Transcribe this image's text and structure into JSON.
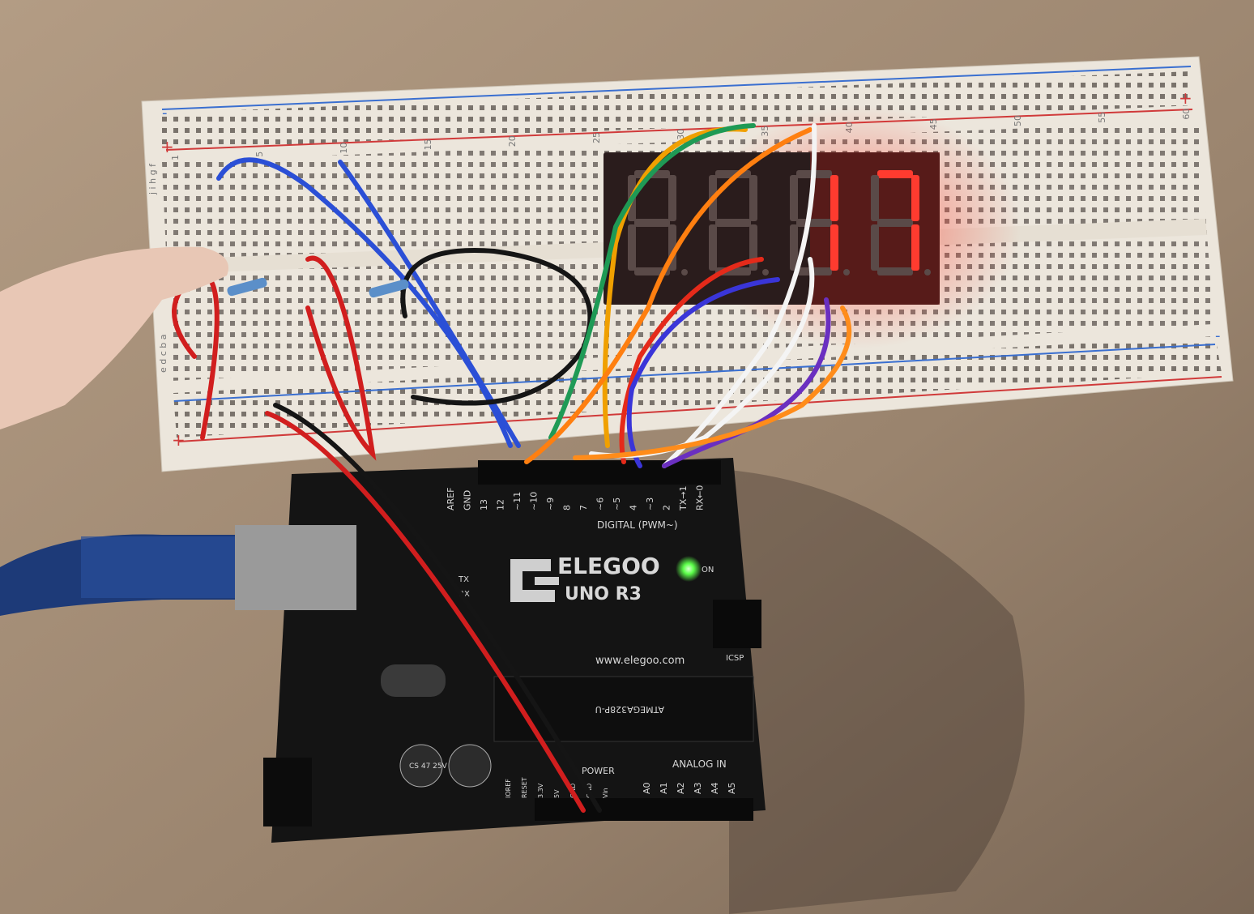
{
  "scene": {
    "colors": {
      "surface": "#9c8670",
      "breadboard": "#ece6dc",
      "board": "#141414",
      "led_display_on": "#ff3b2f",
      "power_led": "#5cff4a"
    }
  },
  "breadboard": {
    "rail_plus": "+",
    "rail_minus": "-",
    "column_numbers": [
      "1",
      "5",
      "10",
      "15",
      "20",
      "25",
      "30",
      "35",
      "40",
      "45",
      "50",
      "55",
      "60"
    ],
    "row_letters_top": "j i h g f",
    "row_letters_bottom": "e d c b a"
  },
  "display": {
    "digits": [
      "",
      "",
      "1",
      "7"
    ]
  },
  "arduino": {
    "brand": "ELEGOO",
    "model": "UNO R3",
    "website": "www.elegoo.com",
    "digital_label": "DIGITAL (PWM~)",
    "analog_label": "ANALOG IN",
    "power_label": "POWER",
    "on_label": "ON",
    "tx_label": "TX",
    "rx_label": "RX",
    "icsp_label": "ICSP",
    "digital_pins": [
      "AREF",
      "GND",
      "13",
      "12",
      "~11",
      "~10",
      "~9",
      "8",
      "7",
      "~6",
      "~5",
      "4",
      "~3",
      "2",
      "TX→1",
      "RX←0"
    ],
    "analog_pins": [
      "A0",
      "A1",
      "A2",
      "A3",
      "A4",
      "A5"
    ],
    "power_pins": [
      "IOREF",
      "RESET",
      "3.3V",
      "5V",
      "GND",
      "GND",
      "Vin"
    ],
    "capacitor_text": "CS 47 25V",
    "chip_text": "ATMEGA328P-U"
  }
}
